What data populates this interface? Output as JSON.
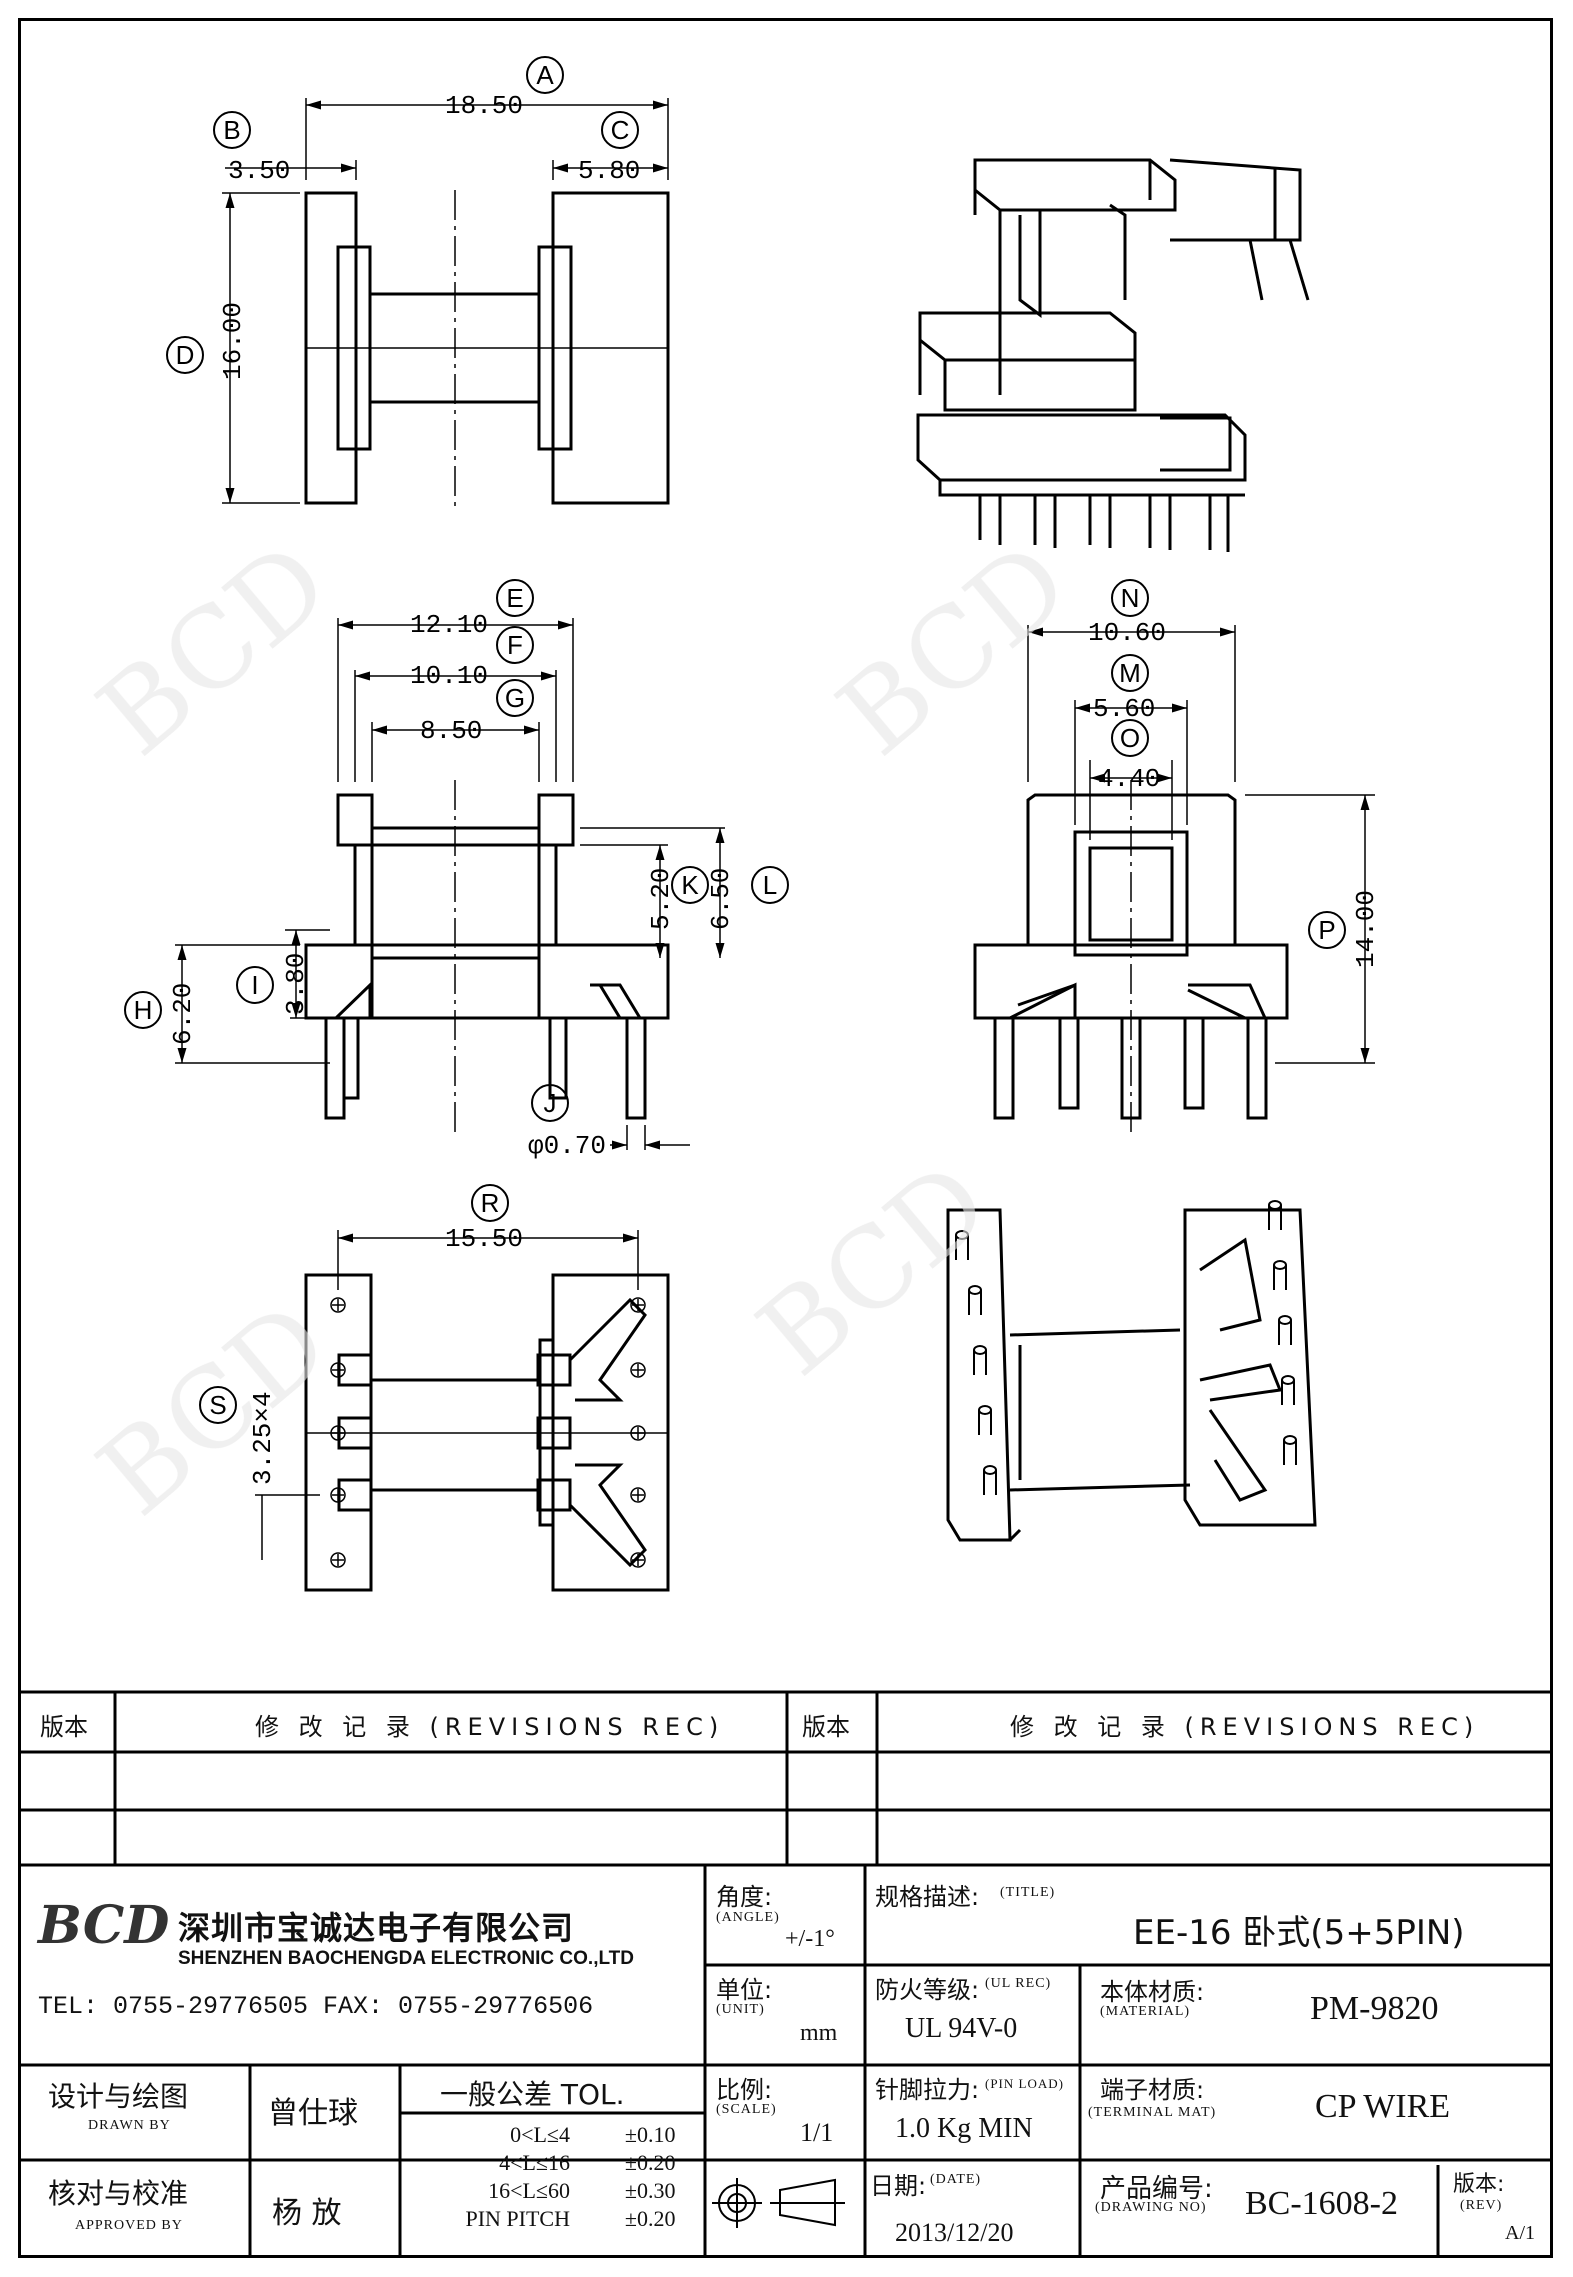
{
  "dims": {
    "A": "A",
    "B": "B",
    "C": "C",
    "D": "D",
    "E": "E",
    "F": "F",
    "G": "G",
    "H": "H",
    "I": "I",
    "J": "J",
    "K": "K",
    "L": "L",
    "M": "M",
    "N": "N",
    "O": "O",
    "P": "P",
    "R": "R",
    "S": "S",
    "a_val": "18.50",
    "b_val": "3.50",
    "c_val": "5.80",
    "d_val": "16.00",
    "e_val": "12.10",
    "f_val": "10.10",
    "g_val": "8.50",
    "h_val": "6.20",
    "i_val": "3.80",
    "j_val": "φ0.70",
    "k_val": "5.20",
    "l_val": "6.50",
    "n_val": "10.60",
    "m_val": "5.60",
    "o_val": "4.40",
    "p_val": "14.00",
    "r_val": "15.50",
    "s_val": "3.25×4"
  },
  "revisions": {
    "rev_label_left": "版本",
    "rev_record_left": "修 改 记 录  (REVISIONS REC)",
    "rev_label_right": "版本",
    "rev_record_right": "修 改 记 录  (REVISIONS REC)"
  },
  "company": {
    "logo": "BCD",
    "name_cn": "深圳市宝诚达电子有限公司",
    "name_en": "SHENZHEN BAOCHENGDA ELECTRONIC CO.,LTD",
    "tel_fax": "TEL: 0755-29776505  FAX: 0755-29776506"
  },
  "title_block": {
    "angle_label": "角度:",
    "angle_label_en": "(ANGLE)",
    "angle_value": "+/-1°",
    "title_label": "规格描述:",
    "title_label_en": "(TITLE)",
    "title_value": "EE-16 卧式(5+5PIN)",
    "unit_label": "单位:",
    "unit_label_en": "(UNIT)",
    "unit_value": "mm",
    "ul_label": "防火等级:",
    "ul_label_en": "(UL REC)",
    "ul_value": "UL 94V-0",
    "material_label": "本体材质:",
    "material_label_en": "(MATERIAL)",
    "material_value": "PM-9820",
    "drawn_label": "设计与绘图",
    "drawn_label_en": "DRAWN BY",
    "drawn_value": "曾仕球",
    "tol_label": "一般公差 TOL.",
    "tol_rows": [
      {
        "range": "0<L≤4",
        "value": "±0.10"
      },
      {
        "range": "4<L≤16",
        "value": "±0.20"
      },
      {
        "range": "16<L≤60",
        "value": "±0.30"
      },
      {
        "range": "PIN PITCH",
        "value": "±0.20"
      }
    ],
    "scale_label": "比例:",
    "scale_label_en": "(SCALE)",
    "scale_value": "1/1",
    "pin_load_label": "针脚拉力:",
    "pin_load_label_en": "(PIN LOAD)",
    "pin_load_value": "1.0 Kg MIN",
    "terminal_label": "端子材质:",
    "terminal_label_en": "(TERMINAL MAT)",
    "terminal_value": "CP WIRE",
    "approved_label": "核对与校准",
    "approved_label_en": "APPROVED BY",
    "approved_value": "杨  放",
    "date_label": "日期:",
    "date_label_en": "(DATE)",
    "date_value": "2013/12/20",
    "drawing_no_label": "产品编号:",
    "drawing_no_label_en": "(DRAWING NO)",
    "drawing_no_value": "BC-1608-2",
    "rev_label": "版本:",
    "rev_label_en": "(REV)",
    "rev_value": "A/1"
  }
}
